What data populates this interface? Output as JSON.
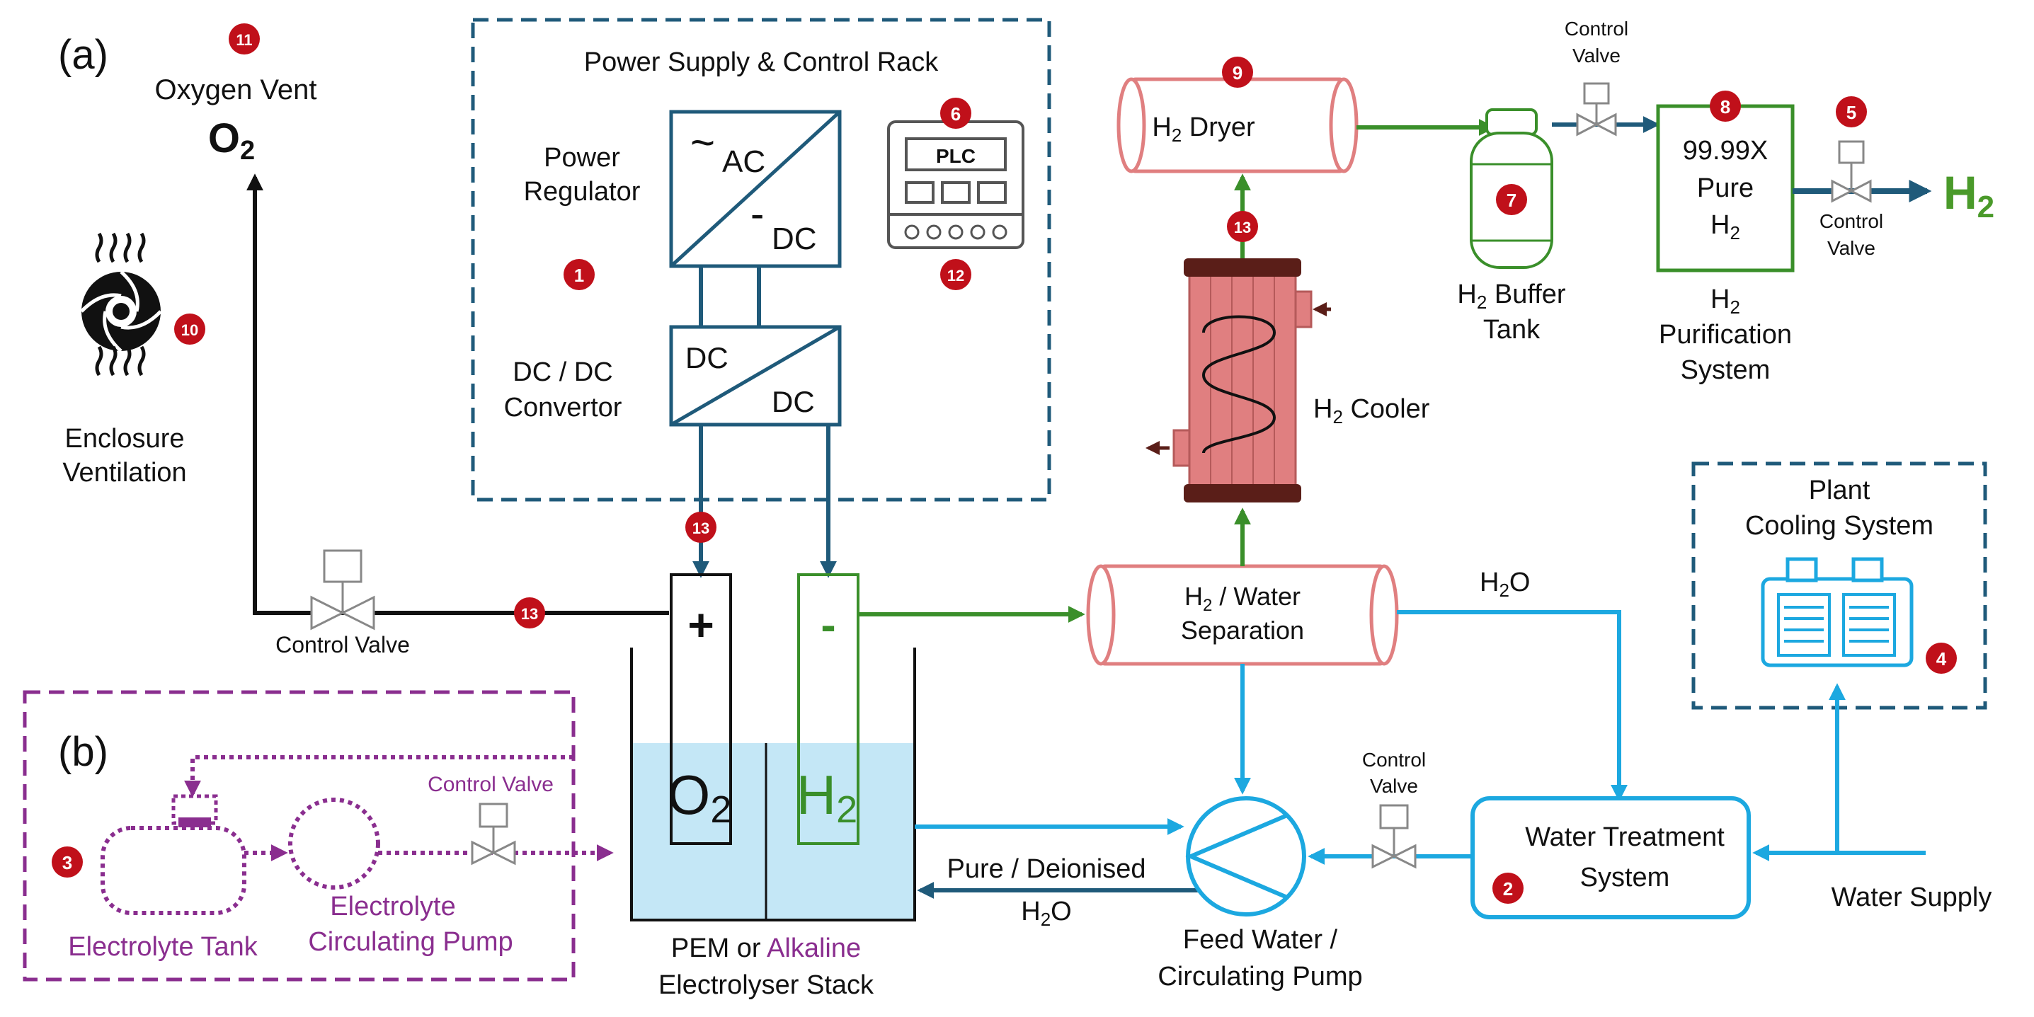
{
  "panel_labels": {
    "a": "(a)",
    "b": "(b)"
  },
  "badges": [
    "1",
    "2",
    "3",
    "4",
    "5",
    "6",
    "7",
    "8",
    "9",
    "10",
    "11",
    "12",
    "13"
  ],
  "labels": {
    "oxygen_vent": "Oxygen Vent",
    "o2": "O",
    "o2_sub": "2",
    "rack_title": "Power Supply & Control Rack",
    "power_regulator_1": "Power",
    "power_regulator_2": "Regulator",
    "dcdc_label_1": "DC / DC",
    "dcdc_label_2": "Convertor",
    "ac_tilde": "~",
    "ac": "AC",
    "dc_minus": "-",
    "dc": "DC",
    "dc_in": "DC",
    "dc_out": "DC",
    "plc": "PLC",
    "enclosure_1": "Enclosure",
    "enclosure_2": "Ventilation",
    "control_valve": "Control Valve",
    "control_valve_b": "Control Valve",
    "cv_small_1": "Control",
    "cv_small_2": "Valve",
    "h2_prefix": "H",
    "sub2": "2",
    "dryer": "Dryer",
    "buffer_1": "Buffer",
    "buffer_2": "Tank",
    "purity_1": "99.99X",
    "purity_2": "Pure",
    "purification_1": "Purification",
    "purification_2": "System",
    "cooler": "Cooler",
    "separation_1": "/ Water",
    "separation_2": "Separation",
    "h2o_h": "H",
    "h2o_o": "O",
    "plant_cooling_1": "Plant",
    "plant_cooling_2": "Cooling System",
    "plus": "+",
    "minus": "-",
    "stack_o": "O",
    "stack_h": "H",
    "electrolyte_tank": "Electrolyte Tank",
    "ec_pump_1": "Electrolyte",
    "ec_pump_2": "Circulating Pump",
    "pure_water": "Pure / Deionised",
    "stack_1a": "PEM or",
    "stack_1b": "Alkaline",
    "stack_2": "Electrolyser Stack",
    "feed_1": "Feed Water /",
    "feed_2": "Circulating Pump",
    "water_treatment_1": "Water Treatment",
    "water_treatment_2": "System",
    "water_supply": "Water Supply"
  },
  "colors": {
    "badge": "#c0101a",
    "power": "#1f5a7a",
    "hydrogen_line": "#3a8f2a",
    "hydrogen_text": "#4a9a2a",
    "water_line": "#1ca8e0",
    "vessel": "#e07f80",
    "electrolyte": "#8a2e8f",
    "black": "#111111",
    "water_fill": "#c4e7f6"
  }
}
